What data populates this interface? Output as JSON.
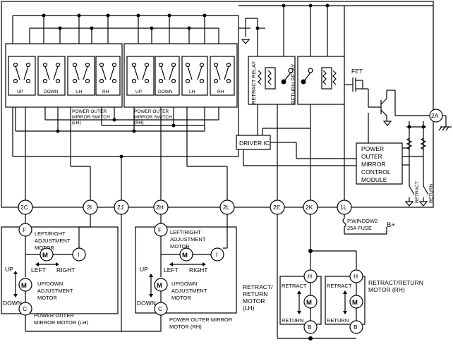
{
  "switches": {
    "lh": {
      "labels": [
        "UP",
        "DOWN",
        "LH",
        "RH"
      ],
      "caption": [
        "POWER OUTER",
        "MIRROR SWITCH",
        "(LH)"
      ]
    },
    "rh": {
      "labels": [
        "UP",
        "DOWN",
        "LH",
        "RH"
      ],
      "caption": [
        "POWER OUTER",
        "MIRROR SWITCH",
        "(RH)"
      ]
    }
  },
  "relays": {
    "retract": "RETRACT RELAY",
    "return": "RETURN RELAY"
  },
  "fet": "FET",
  "driver_ic": "DRIVER IC",
  "module": [
    "POWER",
    "OUTER",
    "MIRROR",
    "CONTROL",
    "MODULE"
  ],
  "switch_labels": {
    "retract": "RETRACT",
    "return": "RETURN"
  },
  "connectors": {
    "c2a": "2A",
    "c2c": "2C",
    "c2i": "2I",
    "c2j": "2J",
    "c2h": "2H",
    "c2l": "2L",
    "c2e": "2E",
    "c2k": "2K",
    "c1l": "1L"
  },
  "fuse": [
    "P.WINDOW2",
    "25A FUSE"
  ],
  "battery": "B+",
  "motor_lh": {
    "pins": {
      "f": "F",
      "i": "I",
      "c": "C"
    },
    "motor_symbol": "M",
    "lr_label": [
      "LEFT/RIGHT",
      "ADJUSTMENT",
      "MOTOR"
    ],
    "left": "LEFT",
    "right": "RIGHT",
    "up": "UP",
    "down": "DOWN",
    "ud_label": [
      "UP/DOWN",
      "ADJUSTMENT",
      "MOTOR"
    ],
    "caption": [
      "POWER OUTER",
      "MIRROR MOTOR (LH)"
    ]
  },
  "motor_rh": {
    "pins": {
      "f": "F",
      "i": "I",
      "c": "C"
    },
    "motor_symbol": "M",
    "lr_label": [
      "LEFT/RIGHT",
      "ADJUSTMENT",
      "MOTOR"
    ],
    "left": "LEFT",
    "right": "RIGHT",
    "up": "UP",
    "down": "DOWN",
    "ud_label": [
      "UP/DOWN",
      "ADJUSTMENT",
      "MOTOR"
    ],
    "caption": [
      "POWER OUTER MIRROR",
      "MOTOR (RH)"
    ]
  },
  "retract_lh": {
    "pins": {
      "h": "H",
      "b": "B"
    },
    "motor_symbol": "M",
    "retract": "RETRACT",
    "return": "RETURN",
    "caption": [
      "RETRACT/",
      "RETURN",
      "MOTOR",
      "(LH)"
    ]
  },
  "retract_rh": {
    "pins": {
      "h": "H",
      "b": "B"
    },
    "motor_symbol": "M",
    "retract": "RETRACT",
    "return": "RETURN",
    "caption": [
      "RETRACT/RETURN",
      "MOTOR (RH)"
    ]
  }
}
